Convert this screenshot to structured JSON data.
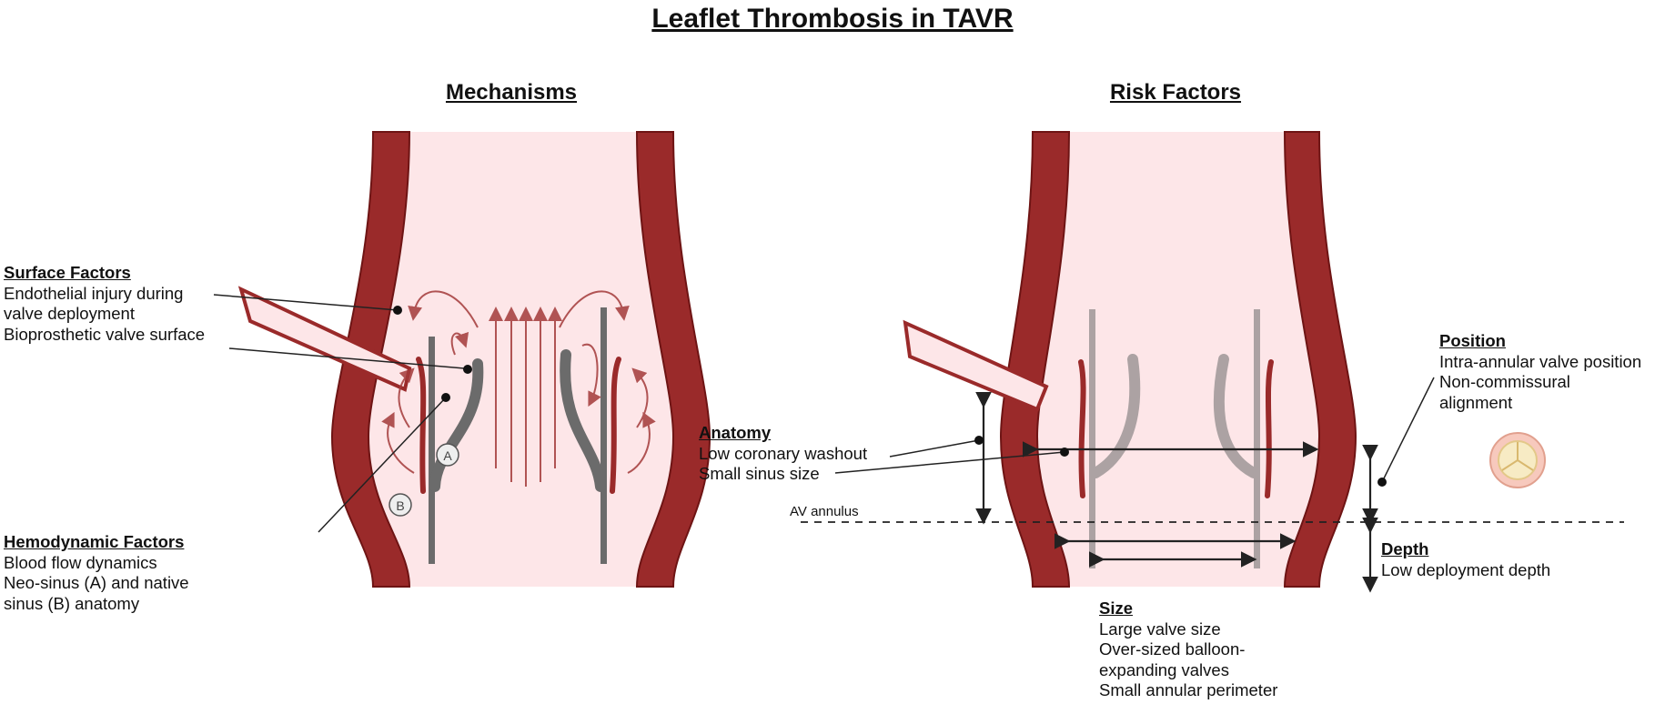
{
  "title": "Leaflet Thrombosis in TAVR",
  "mechanisms": {
    "heading": "Mechanisms",
    "surface": {
      "heading": "Surface Factors",
      "lines": [
        "Endothelial injury during",
        "valve deployment",
        "Bioprosthetic valve surface"
      ]
    },
    "hemodynamic": {
      "heading": "Hemodynamic Factors",
      "lines": [
        "Blood flow dynamics",
        "Neo-sinus (A) and native",
        "sinus (B) anatomy"
      ]
    },
    "markers": {
      "a": "A",
      "b": "B"
    }
  },
  "risk_factors": {
    "heading": "Risk Factors",
    "anatomy": {
      "heading": "Anatomy",
      "lines": [
        "Low coronary washout",
        "Small sinus size"
      ]
    },
    "position": {
      "heading": "Position",
      "lines": [
        "Intra-annular valve position",
        "Non-commissural",
        "alignment"
      ]
    },
    "depth": {
      "heading": "Depth",
      "lines": [
        "Low deployment depth"
      ]
    },
    "size": {
      "heading": "Size",
      "lines": [
        "Large valve size",
        "Over-sized balloon-",
        "expanding valves",
        "Small annular perimeter"
      ]
    },
    "annulus_label": "AV annulus"
  },
  "colors": {
    "vessel_wall": "#9a2a2a",
    "vessel_dark": "#6e1414",
    "lumen": "#fde6e8",
    "valve_frame": "#6b6b6b",
    "flow_arrow": "#a33a3a"
  }
}
